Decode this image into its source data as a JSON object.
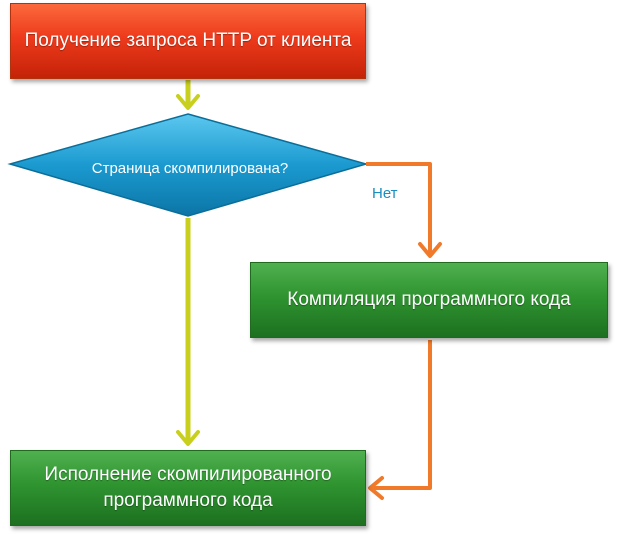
{
  "nodes": {
    "start": "Получение запроса HTTP от клиента",
    "decision": "Страница скомпилирована?",
    "compile": "Компиляция программного кода",
    "execute": "Исполнение скомпилированного программного кода"
  },
  "edges": {
    "no_label": "Нет"
  },
  "colors": {
    "start_box": "#ee3a1c",
    "decision_box": "#1b9ad0",
    "process_box": "#2f9430",
    "yes_arrow": "#c8cf1c",
    "no_arrow": "#f07a2a",
    "no_label": "#1a8ec0"
  }
}
